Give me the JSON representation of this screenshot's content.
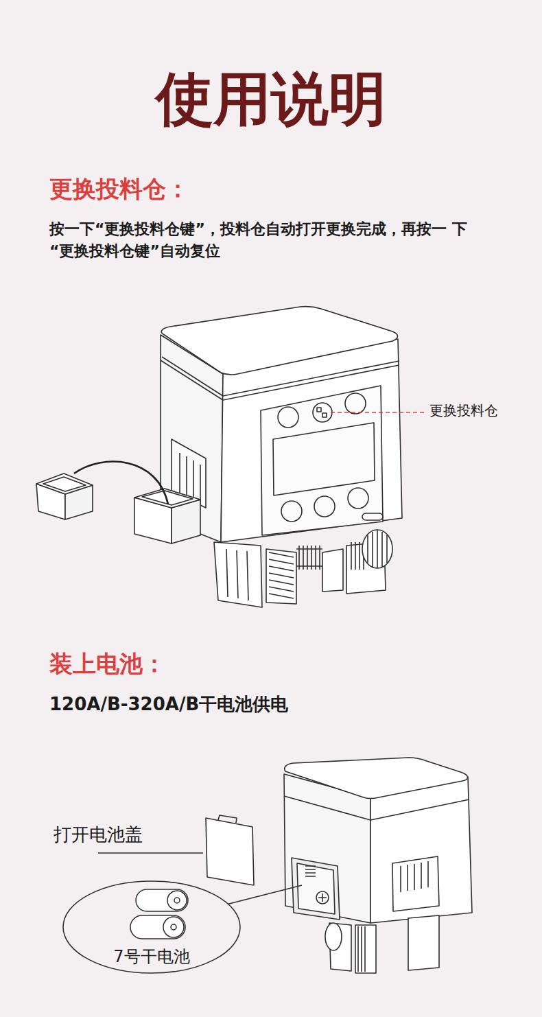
{
  "diagram": {
    "title": "使用说明",
    "nodes": [
      {
        "text": [
          "7号干电池"
        ]
      }
    ],
    "labels": [
      "更换投料仓：",
      "按一下“更换投料仓键”，投料仓自动打开更换完成，再按一 下“更换投料仓键”自动复位",
      "更换投料仓",
      "装上电池：",
      "120A/B-320A/B干电池供电",
      "打开电池盖"
    ]
  }
}
